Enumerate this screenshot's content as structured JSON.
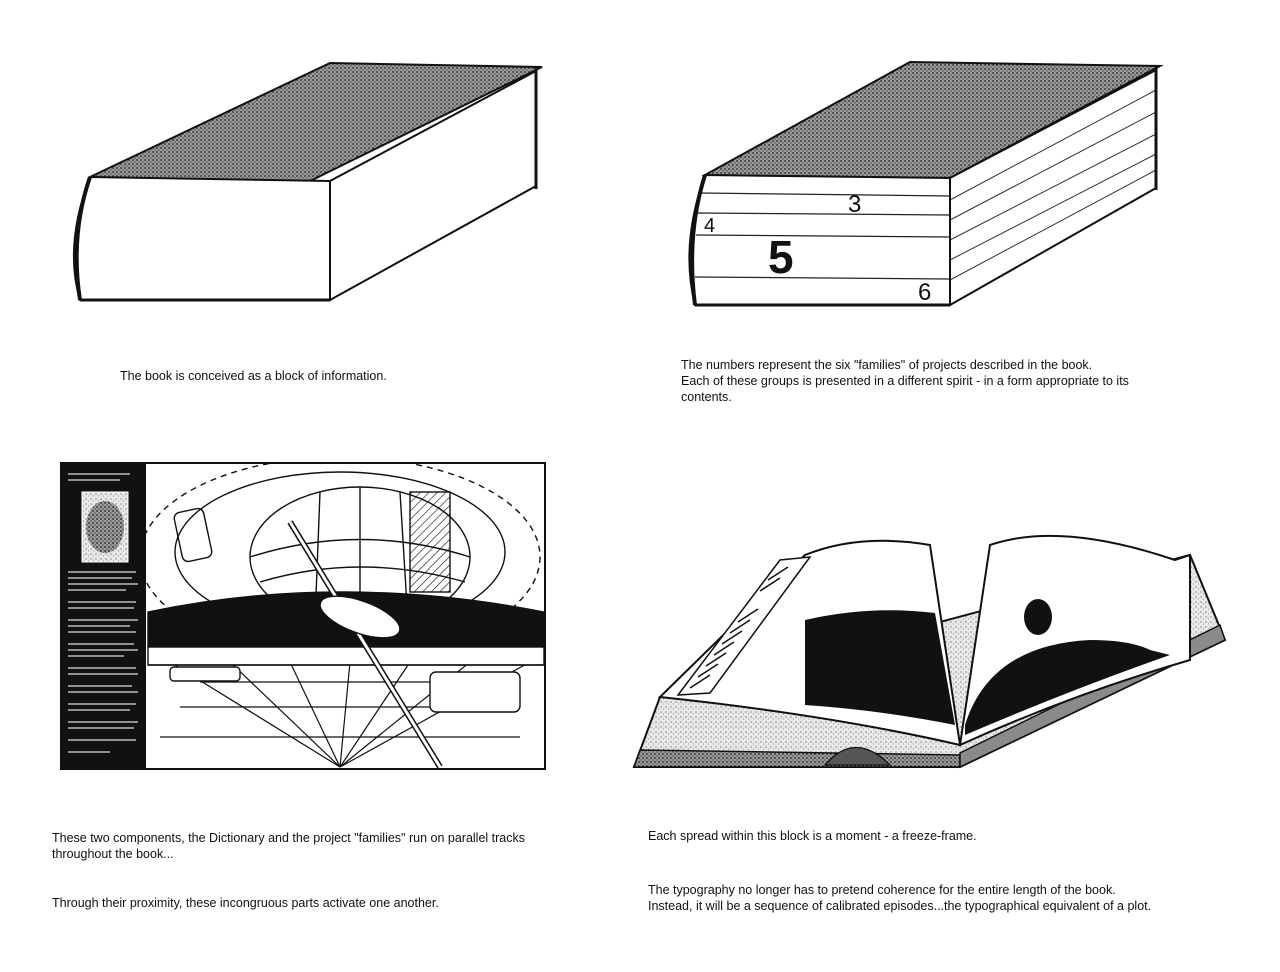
{
  "panels": [
    {
      "captions": [
        "The book is conceived as a block of information."
      ]
    },
    {
      "numbers": [
        "3",
        "4",
        "5",
        "6"
      ],
      "captions": [
        "The numbers represent the six \"families\" of projects described in the book.",
        "Each of these groups is presented in a different  spirit - in a form appropriate to its",
        "contents."
      ]
    },
    {
      "captions": [
        "These two components, the Dictionary and the project \"families\" run on parallel tracks",
        "throughout the book...",
        "Through their  proximity, these incongruous parts activate one another."
      ]
    },
    {
      "captions": [
        "Each spread within this block is a moment - a freeze-frame.",
        "The typography no longer has to pretend coherence for the entire length of the book.",
        "Instead, it will be a sequence of calibrated episodes...the typographical equivalent of a plot."
      ]
    }
  ],
  "colors": {
    "ink": "#111111",
    "paper": "#ffffff",
    "cover": "#7a7a7a"
  }
}
